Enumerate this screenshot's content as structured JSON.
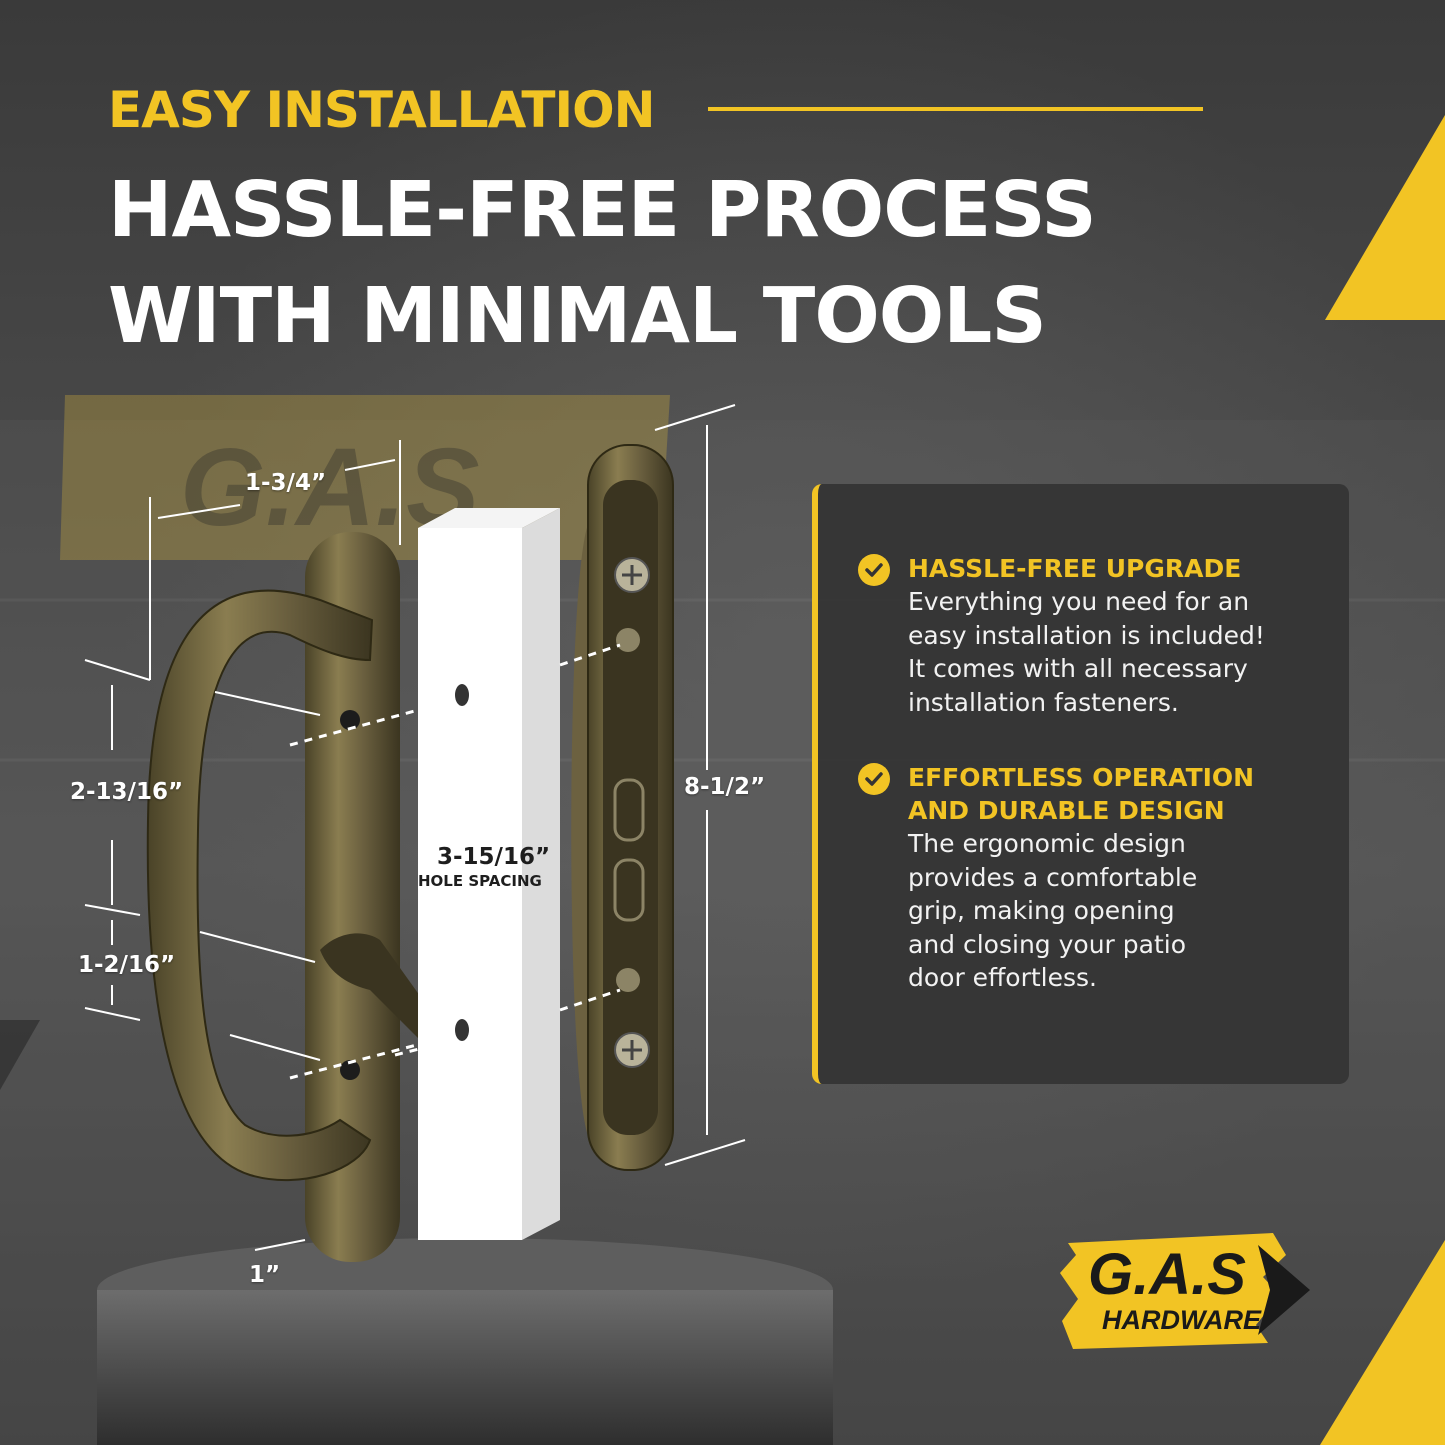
{
  "header": {
    "eyebrow": "EASY INSTALLATION",
    "headline_line1": "HASSLE-FREE PROCESS",
    "headline_line2": "WITH MINIMAL TOOLS"
  },
  "features": [
    {
      "title": "HASSLE-FREE UPGRADE",
      "body": "Everything you need for an\neasy installation is included!\nIt comes with all necessary\ninstallation fasteners."
    },
    {
      "title": "EFFORTLESS OPERATION\nAND DURABLE DESIGN",
      "body": "The ergonomic design\nprovides a comfortable\ngrip, making opening\nand closing your patio\ndoor effortless."
    }
  ],
  "dimensions": {
    "width": "1-3/4”",
    "upper_spacing": "2-13/16”",
    "lower_spacing": "1-2/16”",
    "hole_spacing": "3-15/16”",
    "hole_spacing_label": "HOLE SPACING",
    "height": "8-1/2”",
    "depth": "1”"
  },
  "brand": {
    "logo_line1": "G.A.S",
    "logo_line2": "HARDWARE"
  },
  "colors": {
    "accent": "#f2c424",
    "panel": "#343434",
    "text": "#ffffff"
  }
}
